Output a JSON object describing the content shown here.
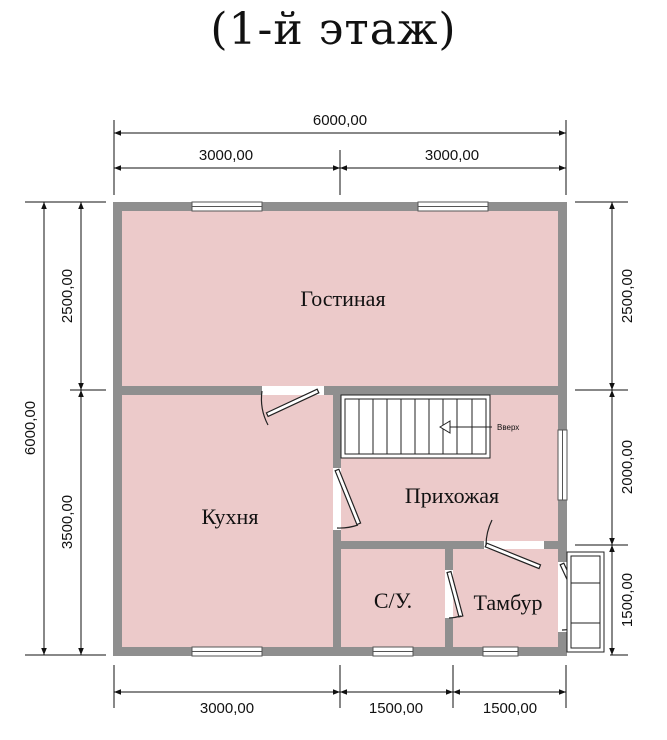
{
  "title": "(1-й этаж)",
  "rooms": {
    "living": "Гостиная",
    "kitchen": "Кухня",
    "hall": "Прихожая",
    "bathroom": "С/У.",
    "vestibule": "Тамбур"
  },
  "stairs_label": "Вверх",
  "dimensions": {
    "top_total": "6000,00",
    "top_left": "3000,00",
    "top_right": "3000,00",
    "bottom_left": "3000,00",
    "bottom_mid": "1500,00",
    "bottom_right": "1500,00",
    "left_total": "6000,00",
    "left_top": "2500,00",
    "left_bottom": "3500,00",
    "right_top": "2500,00",
    "right_mid": "2000,00",
    "right_bottom": "1500,00"
  },
  "colors": {
    "room_fill": "#eccaca",
    "wall": "#8f8f8f",
    "line": "#111111"
  }
}
